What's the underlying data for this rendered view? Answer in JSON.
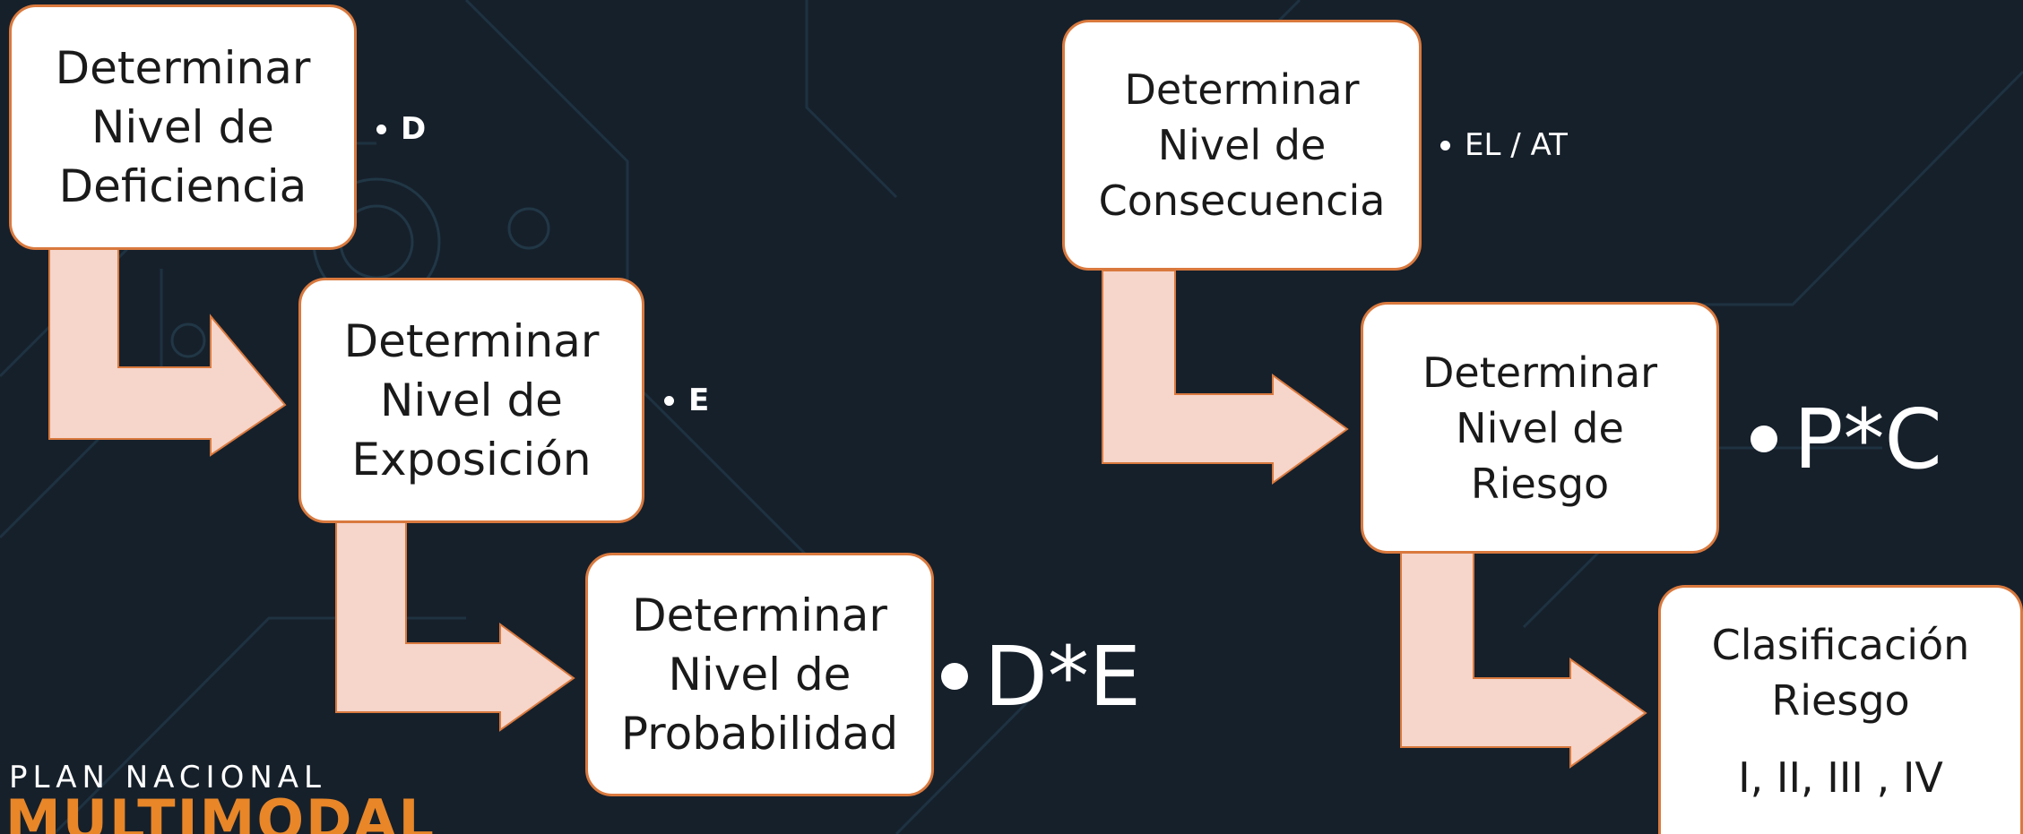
{
  "boxes": {
    "deficiencia": "Determinar\nNivel de\nDeficiencia",
    "exposicion": "Determinar\nNivel de\nExposición",
    "probabilidad": "Determinar\nNivel de\nProbabilidad",
    "consecuencia": "Determinar\nNivel de\nConsecuencia",
    "riesgo": "Determinar\nNivel de\nRiesgo",
    "clasificacion_title": "Clasificación\nRiesgo",
    "clasificacion_levels": "I, II, III , IV"
  },
  "bullets": {
    "d": "D",
    "e": "E",
    "de": "D*E",
    "elat": "EL / AT",
    "pc": "P*C"
  },
  "logo": {
    "top": "PLAN NACIONAL",
    "main": "MULTIMODAL"
  },
  "colors": {
    "background": "#16202b",
    "box_border": "#d9793e",
    "arrow_fill": "#f6d5ca",
    "arrow_stroke": "#d9793e",
    "logo_accent": "#e88628"
  }
}
